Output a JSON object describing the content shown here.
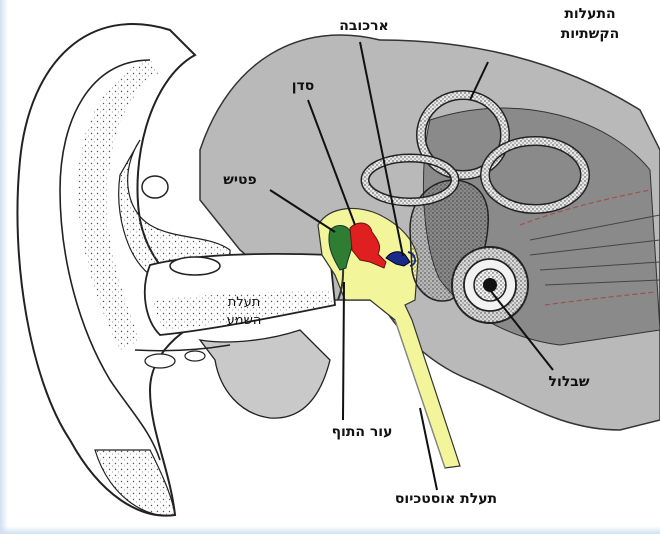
{
  "labels": {
    "semicircular_canals_line1": "התעלות",
    "semicircular_canals_line2": "הקשתיות",
    "stapes": "ארכובה",
    "incus": "סדן",
    "malleus": "פטיש",
    "ear_canal_line1": "תעלת",
    "ear_canal_line2": "השמע",
    "cochlea": "שבלול",
    "eardrum": "עור התוף",
    "eustachian_tube": "תעלת אוסטכיוס"
  },
  "colors": {
    "middle_ear": "#f3f59a",
    "malleus": "#2e7d32",
    "incus": "#e02020",
    "stapes": "#1a2a8a",
    "inner_ear_shade": "#8f8f8f",
    "bone_shade": "#bdbdbd",
    "edge_glow": "#cfe0f0"
  }
}
